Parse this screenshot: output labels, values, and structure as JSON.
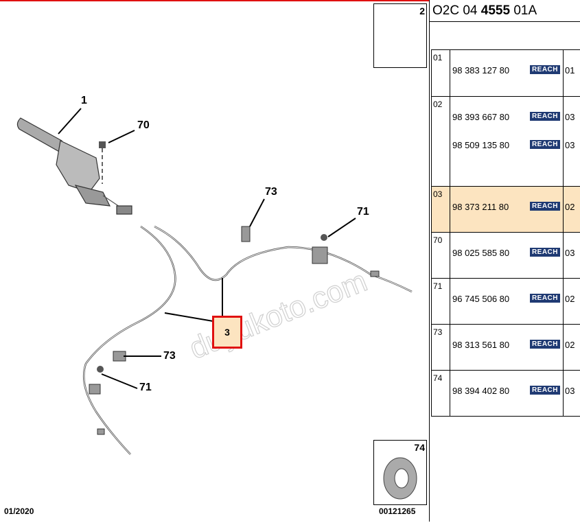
{
  "header": {
    "ref_prefix": "O2C 04 ",
    "ref_bold": "4555",
    "ref_suffix": " 01A"
  },
  "callouts": {
    "c1": "1",
    "c70": "70",
    "c73a": "73",
    "c71a": "71",
    "c3": "3",
    "c73b": "73",
    "c71b": "71",
    "c2": "2",
    "c74": "74"
  },
  "watermark": "duyukoto.com",
  "reach_label": "REACH",
  "parts": [
    {
      "index": "01",
      "lines": [
        {
          "number": "98 383 127 80",
          "qty": "01"
        }
      ]
    },
    {
      "index": "02",
      "lines": [
        {
          "number": "98 393 667 80",
          "qty": "03"
        },
        {
          "number": "98 509 135 80",
          "qty": "03"
        }
      ]
    },
    {
      "index": "03",
      "lines": [
        {
          "number": "98 373 211 80",
          "qty": "02"
        }
      ],
      "highlighted": true
    },
    {
      "index": "70",
      "lines": [
        {
          "number": "98 025 585 80",
          "qty": "03"
        }
      ]
    },
    {
      "index": "71",
      "lines": [
        {
          "number": "96 745 506 80",
          "qty": "02"
        }
      ]
    },
    {
      "index": "73",
      "lines": [
        {
          "number": "98 313 561 80",
          "qty": "02"
        }
      ]
    },
    {
      "index": "74",
      "lines": [
        {
          "number": "98 394 402 80",
          "qty": "03"
        }
      ]
    }
  ],
  "footer": {
    "date": "01/2020",
    "code": "00121265"
  },
  "colors": {
    "highlight": "#fce4c0",
    "callout_border": "#e01010",
    "reach_bg": "#1f3a73"
  }
}
